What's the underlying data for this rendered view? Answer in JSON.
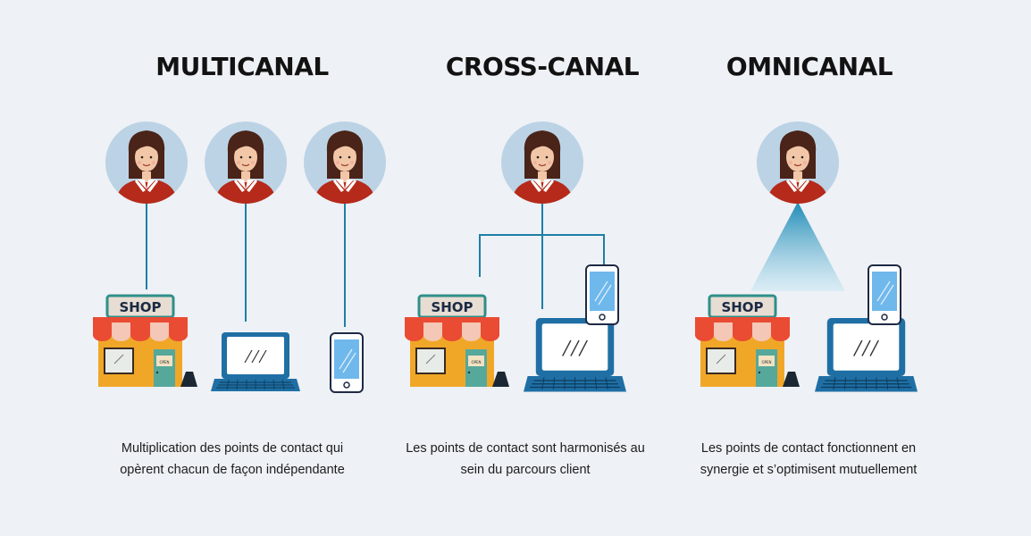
{
  "columns": [
    {
      "title": "MULTICANAL",
      "caption": "Multiplication des points de contact qui\nopèrent chacun de façon indépendante"
    },
    {
      "title": "CROSS-CANAL",
      "caption": "Les points de contact sont harmonisés au\nsein du parcours client"
    },
    {
      "title": "OMNICANAL",
      "caption": "Les points de contact fonctionnent en\nsynergie et s’optimisent mutuellement"
    }
  ],
  "shop_sign": "SHOP",
  "open_sign": "OPEN",
  "colors": {
    "background": "#eef1f5",
    "avatar_bg": "#bcd3e6",
    "shirt": "#b52a1a",
    "hair": "#4a2418",
    "connector": "#1e7fa6",
    "shop_awning_red": "#ea4b33",
    "shop_body": "#f0a728",
    "laptop": "#1f6fa5",
    "screen": "#6fb8ec"
  }
}
